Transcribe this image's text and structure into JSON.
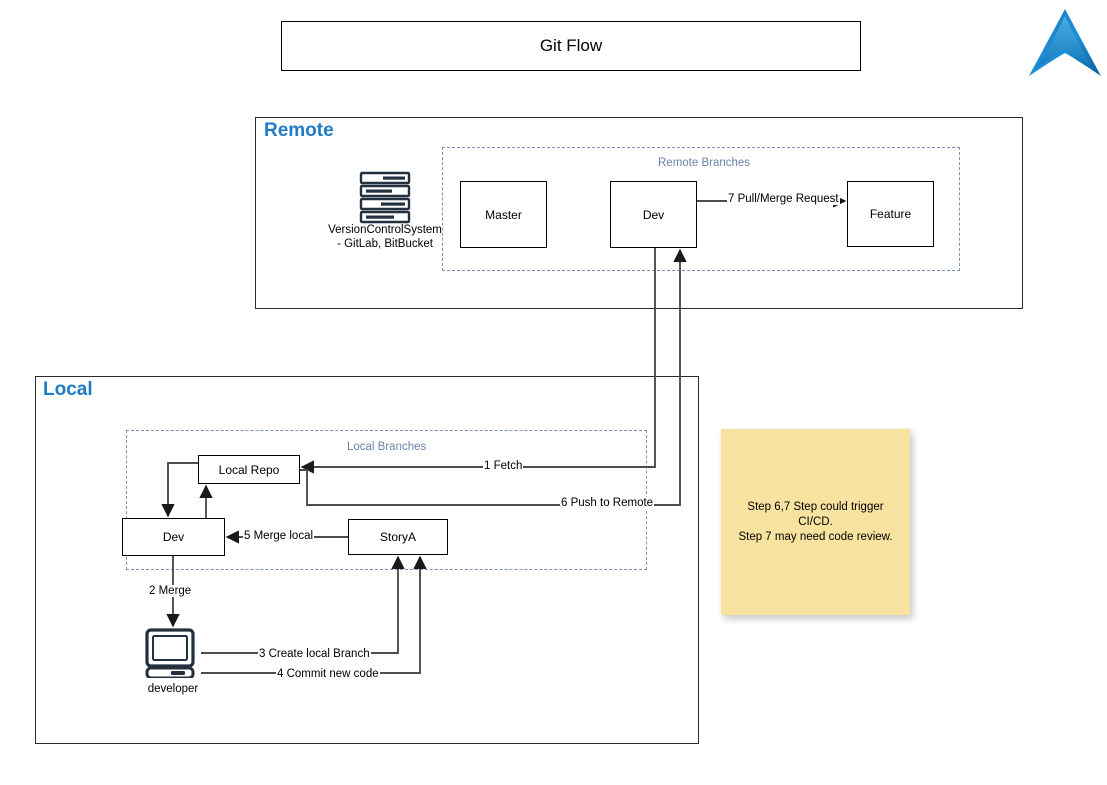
{
  "title": "Git Flow",
  "logo": {
    "icon": "blue-chevron-logo-icon"
  },
  "remote": {
    "zone_label": "Remote",
    "group_label": "Remote Branches",
    "vcs": {
      "icon": "server-stack-icon",
      "caption": "VersionControlSystem - GitLab, BitBucket"
    },
    "nodes": [
      {
        "id": "master",
        "label": "Master"
      },
      {
        "id": "dev",
        "label": "Dev"
      },
      {
        "id": "feature",
        "label": "Feature"
      }
    ],
    "edges": [
      {
        "id": "pull-merge-request",
        "label": "7 Pull/Merge Request",
        "from": "dev",
        "to": "feature"
      }
    ]
  },
  "local": {
    "zone_label": "Local",
    "group_label": "Local Branches",
    "nodes": [
      {
        "id": "local-repo",
        "label": "Local Repo"
      },
      {
        "id": "local-dev",
        "label": "Dev"
      },
      {
        "id": "storya",
        "label": "StoryA"
      }
    ],
    "developer": {
      "icon": "computer-desktop-icon",
      "caption": "developer"
    },
    "edges": [
      {
        "id": "fetch",
        "label": "1 Fetch",
        "from": "remote-dev",
        "to": "local-repo"
      },
      {
        "id": "merge",
        "label": "2 Merge",
        "from": "local-dev",
        "to": "developer"
      },
      {
        "id": "create-local-branch",
        "label": "3 Create local Branch",
        "from": "developer",
        "to": "storya"
      },
      {
        "id": "commit-new-code",
        "label": "4 Commit new code",
        "from": "developer",
        "to": "storya"
      },
      {
        "id": "merge-local",
        "label": "5 Merge local",
        "from": "storya",
        "to": "local-dev"
      },
      {
        "id": "push-to-remote",
        "label": "6 Push to Remote",
        "from": "local-repo",
        "to": "remote-dev"
      }
    ]
  },
  "note": {
    "line1": "Step 6,7 Step could trigger CI/CD.",
    "line2": "Step 7 may need code review."
  },
  "colors": {
    "zone_title": "#1f7bc4",
    "group_dash": "#7a93bb",
    "group_label": "#6b84ae",
    "node_border": "#000000",
    "wire": "#4d4d4d",
    "sticky": "#f8e2a0",
    "icon_navy": "#22303f"
  }
}
